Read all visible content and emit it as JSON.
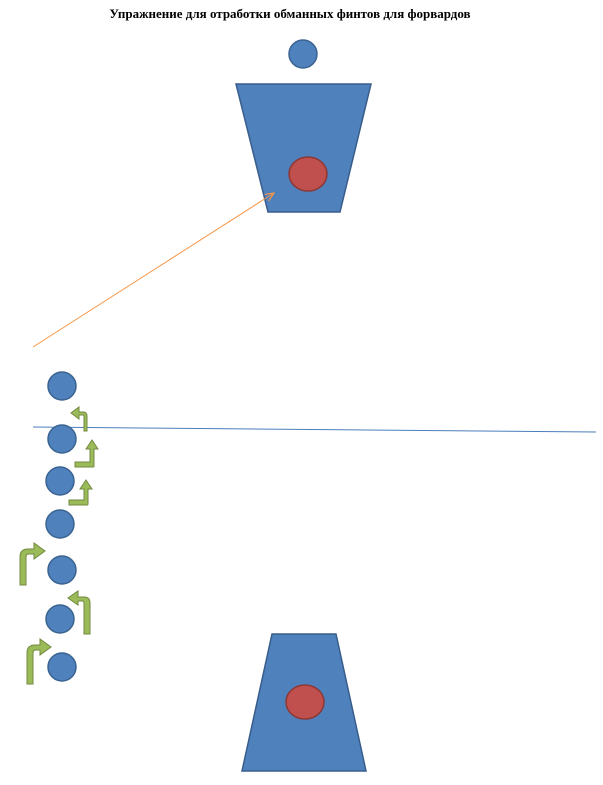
{
  "title": "Упражнение для отработки обманных финтов для форвардов",
  "colors": {
    "player": "#4f81bd",
    "player_stroke": "#3a6390",
    "goal_fill": "#4f81bd",
    "goal_stroke": "#385d8a",
    "ball": "#c0504d",
    "ball_stroke": "#8c3836",
    "shot_line": "#f79646",
    "field_line": "#4a7ebb",
    "feint_arrow": "#9bbb59",
    "feint_arrow_stroke": "#71893f"
  },
  "icons": {
    "player": "circle",
    "goal": "trapezoid",
    "feint": "bent-arrow"
  }
}
